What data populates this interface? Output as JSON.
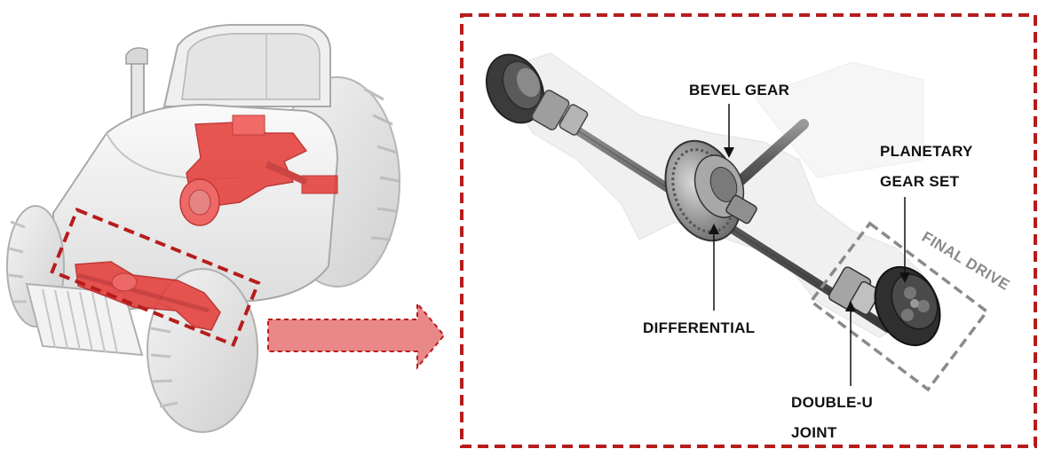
{
  "labels": {
    "bevel_gear": "BEVEL GEAR",
    "planetary_line1": "PLANETARY",
    "planetary_line2": "GEAR SET",
    "final_drive": "FINAL DRIVE",
    "differential": "DIFFERENTIAL",
    "double_u_line1": "DOUBLE-U",
    "double_u_line2": "JOINT"
  },
  "colors": {
    "highlight_red": "#b71c1c",
    "component_red": "#e53935",
    "final_drive_gray": "#8a8a8a",
    "arrow_fill": "#e57373"
  },
  "icons": {
    "tractor": "tractor-illustration",
    "axle": "front-axle-assembly-illustration"
  }
}
